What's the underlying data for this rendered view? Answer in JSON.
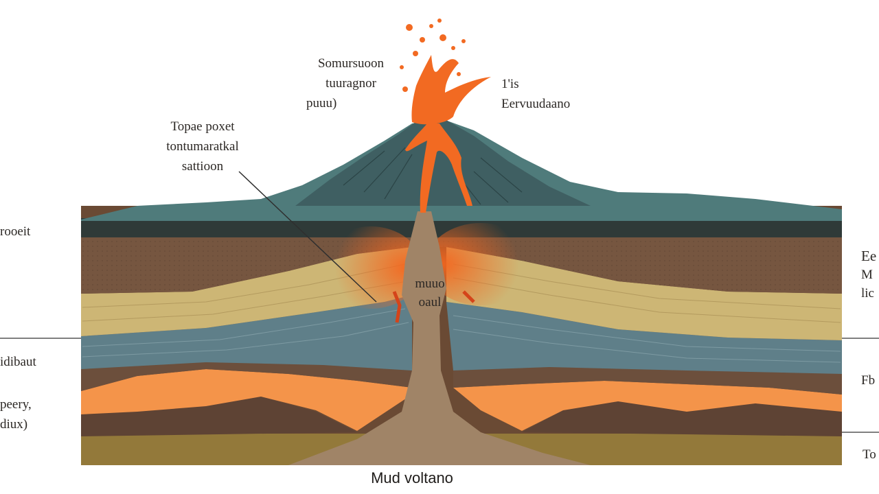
{
  "caption": "Mud voltano",
  "labels": {
    "top_center": [
      "Somursuoon",
      "tuuragnor",
      "puuu)"
    ],
    "top_right": [
      "1'is",
      "Eervuudaano"
    ],
    "upper_left": [
      "Topae poxet",
      "tontumaratkal",
      "sattioon"
    ],
    "left_upper": [
      "rooeit"
    ],
    "left_middle": [
      "idibaut"
    ],
    "left_lower": [
      "peery,",
      "diux)"
    ],
    "right_upper": [
      "Ee",
      "M",
      "lic"
    ],
    "right_middle": [
      "Fb"
    ],
    "right_lower": [
      "To"
    ],
    "chamber": [
      "muuo",
      "oaul"
    ]
  },
  "colors": {
    "magma": "#f26a22",
    "mountain": "#3f5f62",
    "surface": "#4f7b7b",
    "brown": "#74553e",
    "sand": "#cdb675",
    "slate": "#5f7f89",
    "orange_layer": "#f4944a",
    "conduit": "#a08467",
    "ochre": "#93793a"
  }
}
